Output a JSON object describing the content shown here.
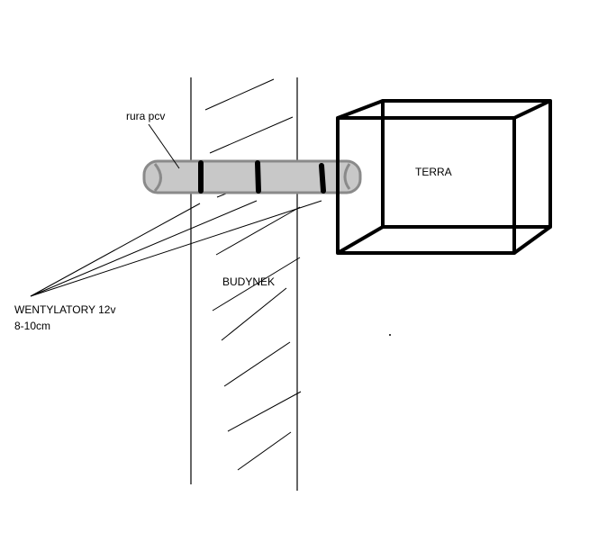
{
  "labels": {
    "pipe": "rura pcv",
    "terrarium": "TERRA",
    "building": "BUDYNEK",
    "fans_line1": "WENTYLATORY 12v",
    "fans_line2": "8-10cm"
  },
  "colors": {
    "ink": "#000000",
    "pipe_fill": "#c8c8c8",
    "pipe_outline": "#8a8a8a",
    "background": "#ffffff"
  }
}
